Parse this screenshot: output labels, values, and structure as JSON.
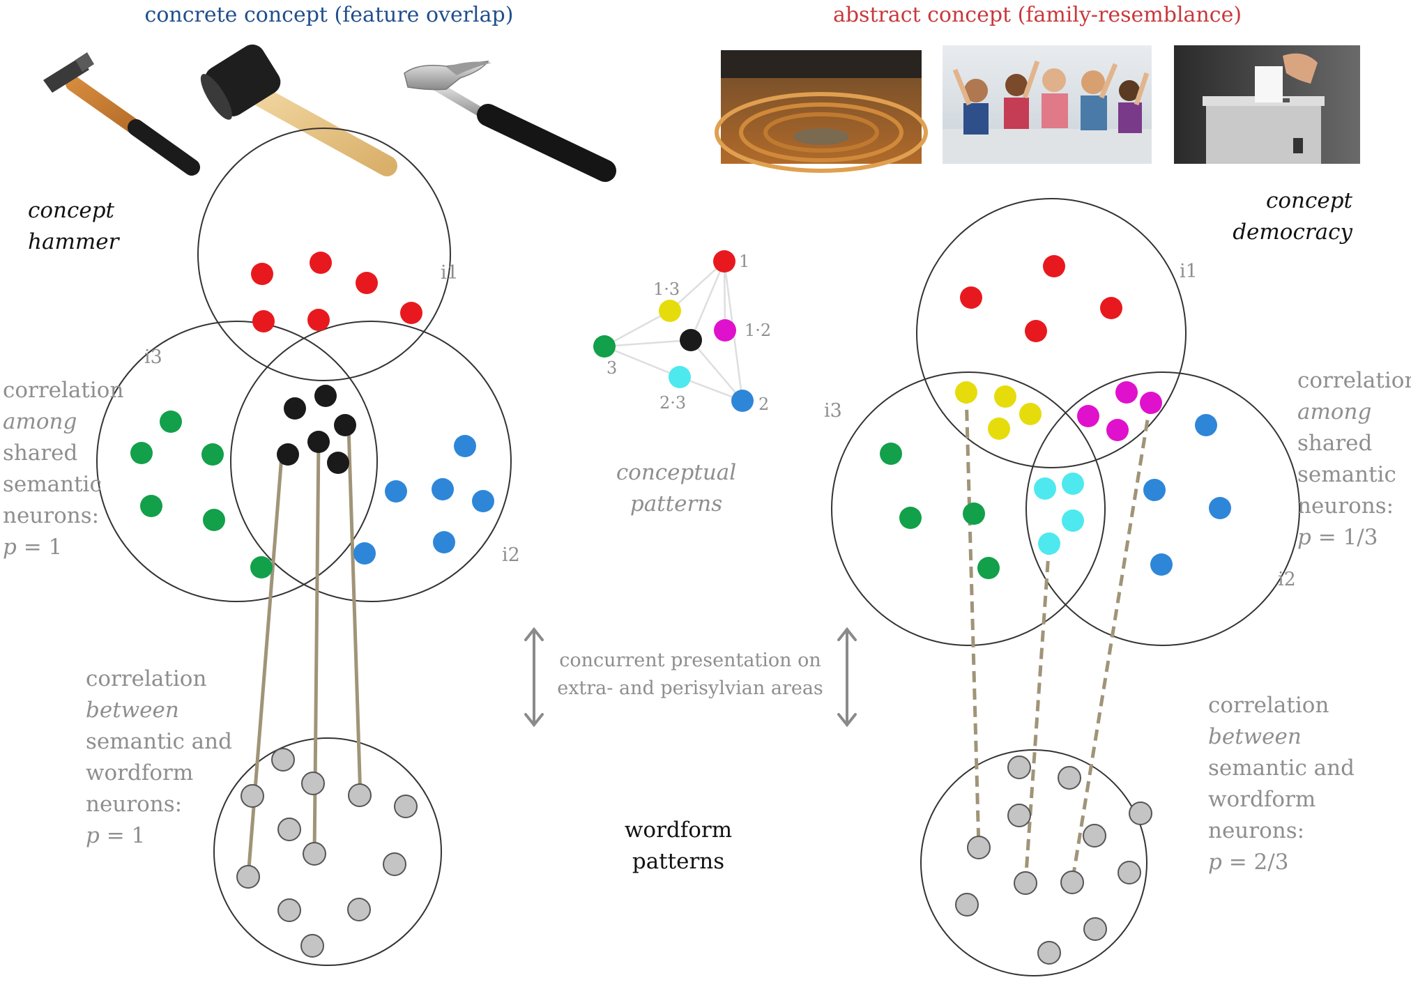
{
  "titles": {
    "concrete": "concrete concept (feature overlap)",
    "abstract": "abstract concept (family-resemblance)"
  },
  "colors": {
    "concrete_title": "#1f4e8c",
    "abstract_title": "#c8383b",
    "red": "#e8191e",
    "green": "#12a04a",
    "blue": "#2e86d8",
    "black": "#1a1a1a",
    "yellow": "#e6dc0c",
    "magenta": "#e011cc",
    "cyan": "#4de9ee",
    "wordform": "#c4c4c4",
    "link_line": "#a09478",
    "grey_text": "#8e8e8e"
  },
  "images": {
    "left": [
      "hammer-1",
      "mallet",
      "claw-hammer"
    ],
    "right": [
      "parliament-photo",
      "raised-hands-photo",
      "ballot-box-photo"
    ]
  },
  "left": {
    "concept_line1": "concept",
    "concept_line2": "hammer",
    "circle_labels": {
      "i1": "i1",
      "i2": "i2",
      "i3": "i3"
    },
    "among_lines": [
      "correlation",
      "among",
      "shared",
      "semantic",
      "neurons:"
    ],
    "among_p_var": "p",
    "among_p_val": " = 1",
    "between_lines": [
      "correlation",
      "between",
      "semantic and",
      "wordform",
      "neurons:"
    ],
    "between_p_var": "p",
    "between_p_val": " = 1"
  },
  "right": {
    "concept_line1": "concept",
    "concept_line2": "democracy",
    "circle_labels": {
      "i1": "i1",
      "i2": "i2",
      "i3": "i3"
    },
    "among_lines": [
      "correlation",
      "among",
      "shared",
      "semantic",
      "neurons:"
    ],
    "among_p_var": "p",
    "among_p_val": " = 1/3",
    "between_lines": [
      "correlation",
      "between",
      "semantic and",
      "wordform",
      "neurons:"
    ],
    "between_p_var": "p",
    "between_p_val": " = 2/3"
  },
  "center": {
    "node_labels": {
      "n1": "1",
      "n13": "1·3",
      "n12": "1·2",
      "n3": "3",
      "n23": "2·3",
      "n2": "2"
    },
    "conceptual_line1": "conceptual",
    "conceptual_line2": "patterns",
    "concurrent_line1": "concurrent presentation on",
    "concurrent_line2": "extra- and perisylvian areas",
    "wordform_line1": "wordform",
    "wordform_line2": "patterns"
  }
}
